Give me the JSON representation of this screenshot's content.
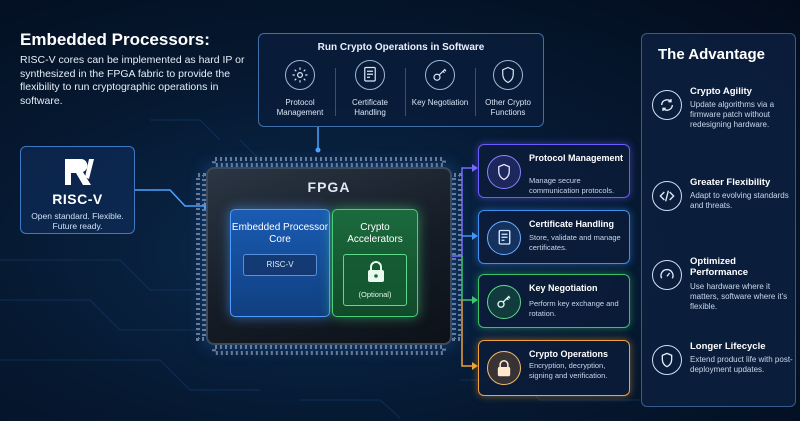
{
  "intro": {
    "title": "Embedded Processors:",
    "body": "RISC-V cores can be implemented as hard IP or synthesized in the FPGA fabric to provide the flexibility to run cryptographic operations in software."
  },
  "software_panel": {
    "title": "Run Crypto Operations in Software",
    "items": [
      {
        "label": "Protocol Management",
        "icon": "gear-icon"
      },
      {
        "label": "Certificate Handling",
        "icon": "certificate-icon"
      },
      {
        "label": "Key Negotiation",
        "icon": "key-icon"
      },
      {
        "label": "Other Crypto Functions",
        "icon": "shield-icon"
      }
    ]
  },
  "riscv_card": {
    "logo": "RISC-V",
    "tagline": "Open standard. Flexible. Future ready."
  },
  "chip": {
    "title": "FPGA",
    "core": {
      "title": "Embedded Processor Core",
      "sub_label": "RISC-V"
    },
    "accelerators": {
      "title": "Crypto Accelerators",
      "note": "(Optional)"
    }
  },
  "modules": [
    {
      "title": "Protocol Management",
      "desc": "Manage secure communication protocols.",
      "icon": "shield-icon",
      "color": "#6b5cff"
    },
    {
      "title": "Certificate Handling",
      "desc": "Store, validate and manage certificates.",
      "icon": "certificate-icon",
      "color": "#3f8ff0"
    },
    {
      "title": "Key Negotiation",
      "desc": "Perform key exchange and rotation.",
      "icon": "key-icon",
      "color": "#39c26a"
    },
    {
      "title": "Crypto Operations",
      "desc": "Encryption, decryption, signing and verification.",
      "icon": "lock-icon",
      "color": "#f2a03a"
    }
  ],
  "advantage": {
    "title": "The Advantage",
    "items": [
      {
        "title": "Crypto Agility",
        "desc": "Update algorithms via a firmware patch without redesigning hardware.",
        "icon": "refresh-icon"
      },
      {
        "title": "Greater Flexibility",
        "desc": "Adapt to evolving standards and threats.",
        "icon": "code-icon"
      },
      {
        "title": "Optimized Performance",
        "desc": "Use hardware where it matters, software where it's flexible.",
        "icon": "gauge-icon"
      },
      {
        "title": "Longer Lifecycle",
        "desc": "Extend product life with post-deployment updates.",
        "icon": "shield-icon"
      }
    ]
  }
}
